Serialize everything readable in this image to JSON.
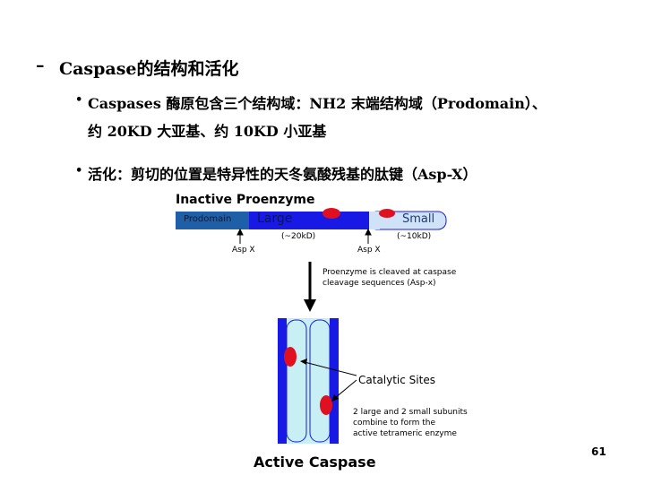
{
  "section": {
    "dash": "–",
    "title": "Caspase的结构和活化"
  },
  "bullets": {
    "dot": "•",
    "b1_line1": "Caspases 酶原包含三个结构域：NH2 末端结构域（Prodomain）、",
    "b1_line2": "约 20KD 大亚基、约 10KD 小亚基",
    "b2": "活化：剪切的位置是特异性的天冬氨酸残基的肽键（Asp-X）"
  },
  "diagram": {
    "inactive_title": "Inactive Proenzyme",
    "prodomain_label": "Prodomain",
    "large_label": "Large",
    "small_label": "Small",
    "large_size": "(~20kD)",
    "small_size": "(~10kD)",
    "asp_left": "Asp X",
    "asp_right": "Asp X",
    "cleave_line1": "Proenzyme is cleaved at caspase",
    "cleave_line2": "cleavage sequences (Asp-x)",
    "catalytic_label": "Catalytic Sites",
    "combine_line1": "2 large and 2 small subunits",
    "combine_line2": "combine to form the",
    "combine_line3": "active tetrameric enzyme",
    "active_title": "Active Caspase"
  },
  "page_number": "61",
  "colors": {
    "prodomain": "#1f5fa8",
    "large": "#1919e6",
    "small": "#cfe2f8",
    "catalytic": "#e01020",
    "light": "#c8f0f4"
  }
}
